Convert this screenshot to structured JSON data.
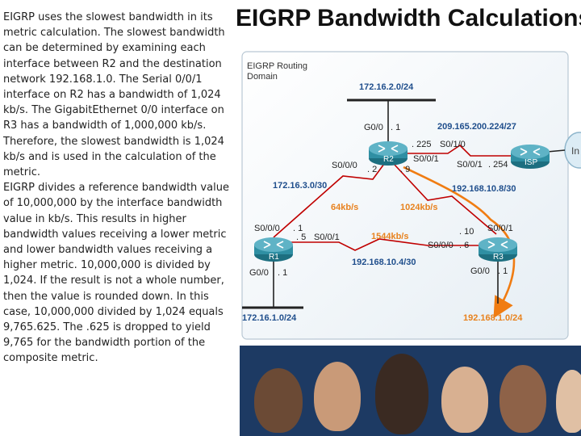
{
  "title": "EIGRP Bandwidth Calculations",
  "description": [
    "EIGRP uses the slowest bandwidth in its metric calculation. The slowest bandwidth can be determined by examining each interface between R2 and the destination network 192.168.1.0. The Serial 0/0/1 interface on R2 has a bandwidth of 1,024 kb/s. The GigabitEthernet 0/0 interface on R3 has a bandwidth of 1,000,000 kb/s. Therefore, the slowest bandwidth is 1,024 kb/s and is used in the calculation of the metric.",
    "EIGRP divides a reference bandwidth value of 10,000,000 by the interface bandwidth value in kb/s. This results in higher bandwidth values receiving a lower metric and lower bandwidth values receiving a higher metric. 10,000,000 is divided by 1,024. If the result is not a whole number, then the value is rounded down. In this case, 10,000,000 divided by 1,024 equals 9,765.625. The .625 is dropped to yield 9,765 for the bandwidth portion of the composite metric."
  ],
  "diagram": {
    "domain_label_1": "EIGRP Routing",
    "domain_label_2": "Domain",
    "internet_label": "In",
    "routers": {
      "r1": "R1",
      "r2": "R2",
      "r3": "R3",
      "isp": "ISP"
    },
    "networks": {
      "r2_lan": "172.16.2.0/24",
      "isp_link": "209.165.200.224/27",
      "r1_r2": "172.16.3.0/30",
      "r2_r3": "192.168.10.8/30",
      "r1_r3": "192.168.10.4/30",
      "r1_lan": "172.16.1.0/24",
      "r3_lan": "192.168.1.0/24"
    },
    "bandwidths": {
      "r1_r2": "64kb/s",
      "r2_r3": "1024kb/s",
      "r1_r3": "1544kb/s"
    },
    "interfaces": {
      "r2_g00": "G0/0",
      "r2_g00_ip": ". 1",
      "r2_s000": "S0/0/0",
      "r2_s000_ip": ". 2",
      "r2_s001": "S0/0/1",
      "r2_s001_ip": ". 9",
      "r2_s010": "S0/1/0",
      "r2_s010_ip": ". 225",
      "isp_s001": "S0/0/1",
      "isp_s001_ip": ". 254",
      "r1_s000": "S0/0/0",
      "r1_s000_ip": ". 1",
      "r1_s001": "S0/0/1",
      "r1_s001_ip": ". 5",
      "r1_g00": "G0/0",
      "r1_g00_ip": ". 1",
      "r3_s001": "S0/0/1",
      "r3_s001_ip": ". 10",
      "r3_s000": "S0/0/0",
      "r3_s000_ip": ". 6",
      "r3_g00": "G0/0",
      "r3_g00_ip": ". 1"
    },
    "colors": {
      "network_blue": "#1f4e8c",
      "bandwidth_orange": "#e8821e",
      "router_body": "#2f8fa3",
      "wan_red": "#c00000",
      "arrow_orange": "#f07c12",
      "cloud": "#dcecf5"
    },
    "icons": {
      "router": "router-icon",
      "cloud": "internet-cloud-icon",
      "path_arrow": "path-arrow-icon"
    }
  }
}
